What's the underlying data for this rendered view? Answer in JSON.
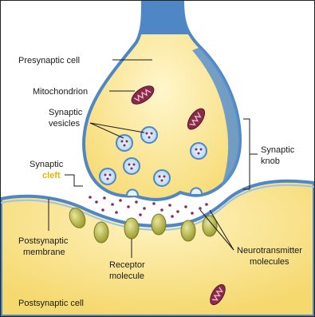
{
  "labels": {
    "presynaptic_cell": "Presynaptic cell",
    "mitochondrion": "Mitochondrion",
    "synaptic_vesicles_1": "Synaptic",
    "synaptic_vesicles_2": "vesicles",
    "synaptic_cleft_1": "Synaptic",
    "synaptic_cleft_2": "cleft",
    "synaptic_knob_1": "Synaptic",
    "synaptic_knob_2": "knob",
    "postsynaptic_membrane_1": "Postsynaptic",
    "postsynaptic_membrane_2": "membrane",
    "receptor_molecule_1": "Receptor",
    "receptor_molecule_2": "molecule",
    "neurotransmitter_1": "Neurotransmitter",
    "neurotransmitter_2": "molecules",
    "postsynaptic_cell": "Postsynaptic cell"
  },
  "colors": {
    "cell_fill": "#fbe9a0",
    "cell_fill_light": "#fff6cc",
    "membrane_blue": "#4f86c6",
    "membrane_light": "#9cc3ea",
    "mito": "#8a2b4a",
    "receptor": "#b8b84a",
    "neurotransmitter": "#8a2b5a",
    "cleft_highlight": "#e0b800"
  }
}
